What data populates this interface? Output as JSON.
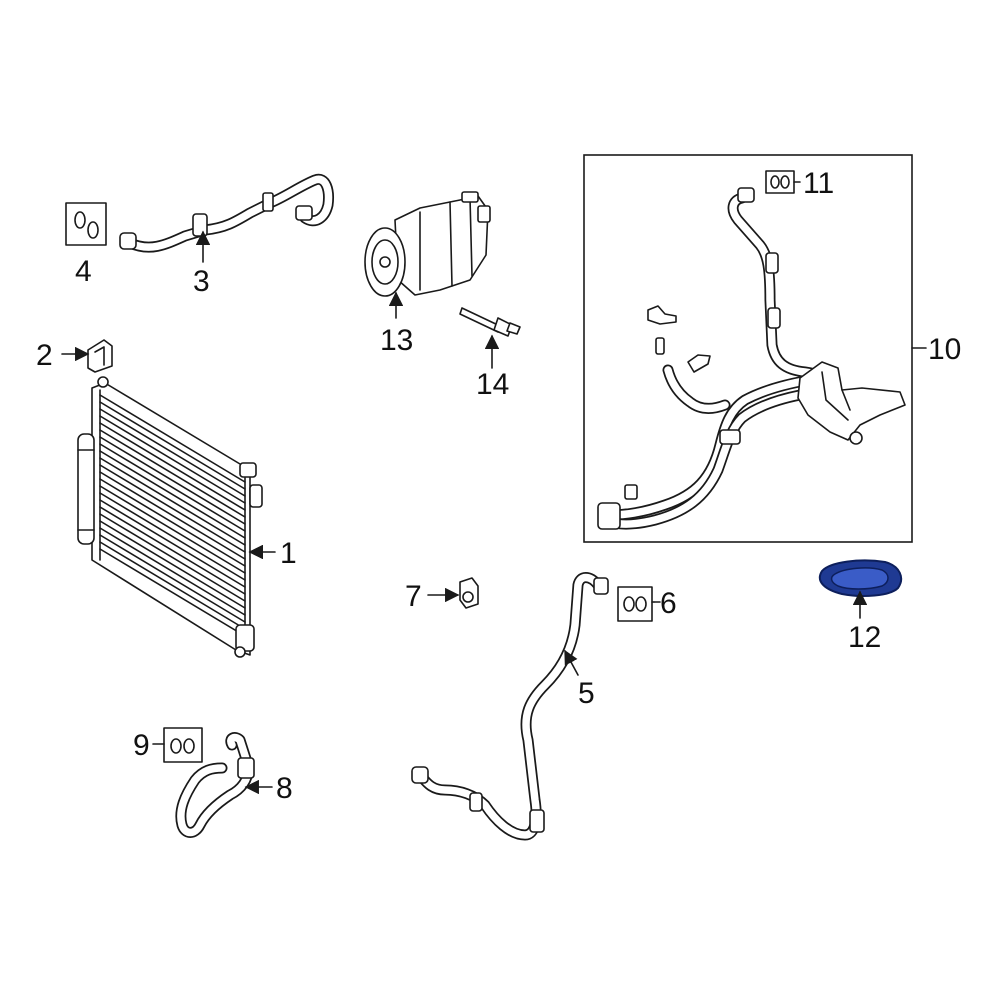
{
  "callouts": {
    "c1": "1",
    "c2": "2",
    "c3": "3",
    "c4": "4",
    "c5": "5",
    "c6": "6",
    "c7": "7",
    "c8": "8",
    "c9": "9",
    "c10": "10",
    "c11": "11",
    "c12": "12",
    "c13": "13",
    "c14": "14"
  },
  "colors": {
    "line": "#1a1a1a",
    "highlight": "#1f3a93",
    "background": "#ffffff"
  },
  "icons": [
    "o-ring-seal-icon",
    "arrow-icon"
  ]
}
